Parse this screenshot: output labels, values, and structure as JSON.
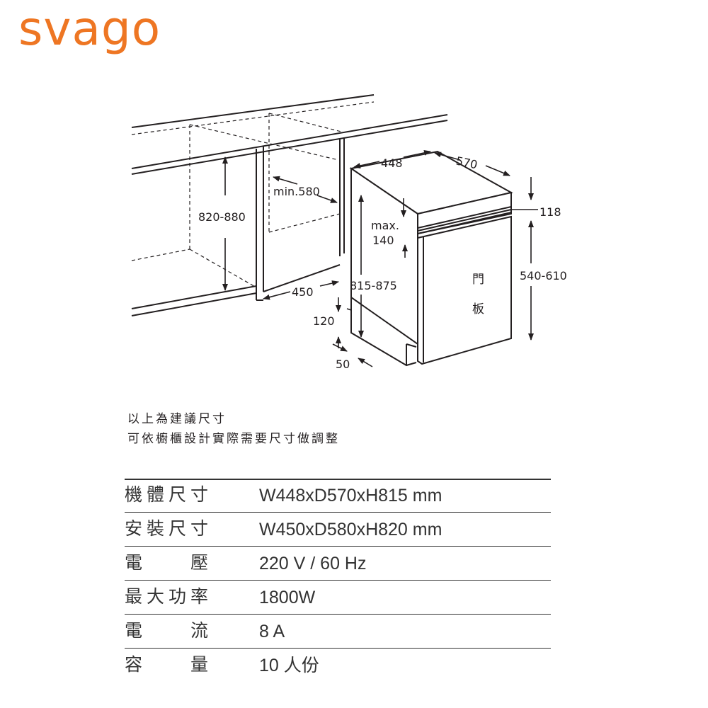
{
  "brand": {
    "logo_text": "svago",
    "color": "#ee7623"
  },
  "diagram": {
    "labels": {
      "cabinet_height": "820-880",
      "niche_depth": "min.580",
      "niche_width": "450",
      "unit_width": "448",
      "unit_depth": "570",
      "max_label": "max.",
      "max_value": "140",
      "unit_height": "815-875",
      "kick_height": "120",
      "kick_depth": "50",
      "door_gap": "118",
      "door_height": "540-610",
      "door_char1": "門",
      "door_char2": "板"
    }
  },
  "notes": {
    "line1": "以上為建議尺寸",
    "line2": "可依櫥櫃設計實際需要尺寸做調整"
  },
  "specs": [
    {
      "label": "機體尺寸",
      "value": "W448xD570xH815 mm"
    },
    {
      "label": "安裝尺寸",
      "value": "W450xD580xH820 mm"
    },
    {
      "label": "電壓",
      "value": "220 V / 60 Hz"
    },
    {
      "label": "最大功率",
      "value": "1800W"
    },
    {
      "label": "電流",
      "value": "8 A"
    },
    {
      "label": "容量",
      "value": "10 人份"
    }
  ]
}
